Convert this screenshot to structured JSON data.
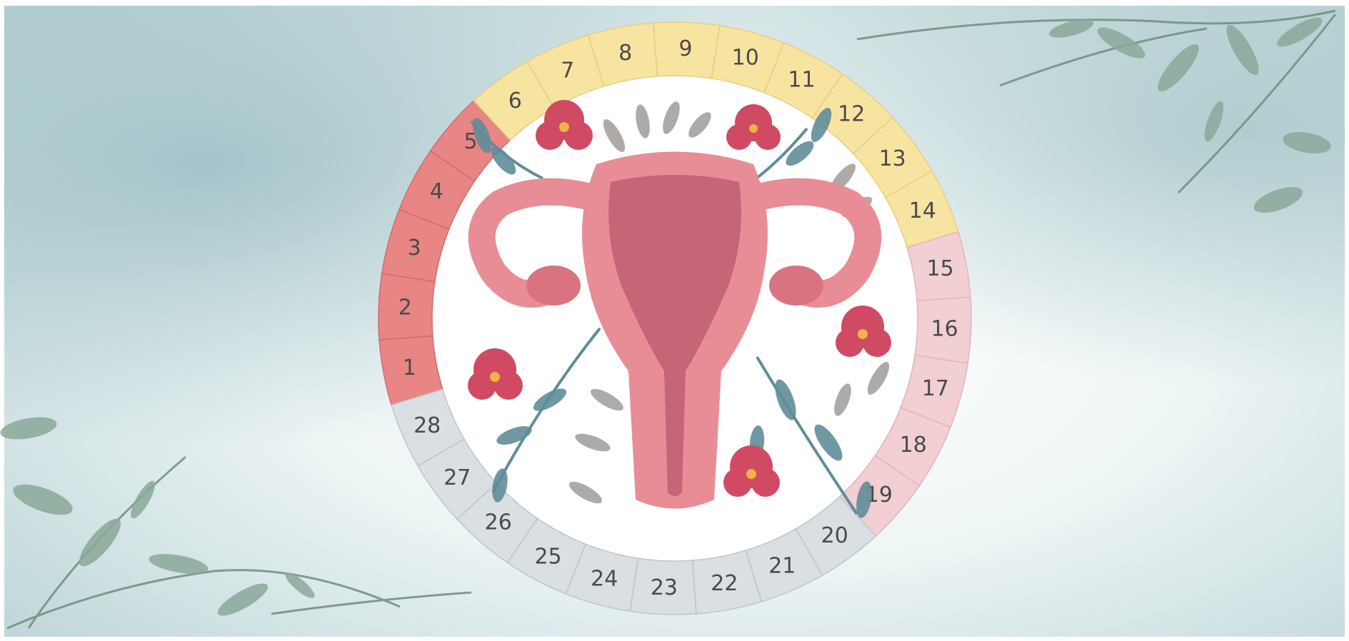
{
  "cycle": {
    "phases": [
      {
        "name": "",
        "days": [
          1,
          2,
          3,
          4,
          5
        ],
        "color": "#e88585",
        "stroke": "#cf6d6d"
      },
      {
        "name": "",
        "days": [
          6,
          7,
          8,
          9,
          10,
          11,
          12,
          13,
          14
        ],
        "color": "#f8e4a1",
        "stroke": "#e7cd84"
      },
      {
        "name": "",
        "days": [
          15,
          16,
          17,
          18,
          19
        ],
        "color": "#f1cfd3",
        "stroke": "#e3b4ba"
      },
      {
        "name": "",
        "days": [
          20,
          21,
          22,
          23,
          24,
          25,
          26,
          27,
          28
        ],
        "color": "#d9dfe3",
        "stroke": "#bcc6cc"
      }
    ],
    "day_labels": [
      "1",
      "2",
      "3",
      "4",
      "5",
      "6",
      "7",
      "8",
      "9",
      "10",
      "11",
      "12",
      "13",
      "14",
      "15",
      "16",
      "17",
      "18",
      "19",
      "20",
      "21",
      "22",
      "23",
      "24",
      "25",
      "26",
      "27",
      "28"
    ]
  },
  "colors": {
    "background": "#cfe2e3",
    "uterus": "#e88d96",
    "uterus_inner": "#c76477",
    "flower": "#d04a63",
    "flower_center": "#f0b347",
    "leaf_teal": "#5f8d99",
    "leaf_grey": "#a5a19f",
    "label": "#4a4a4a"
  },
  "icons": {
    "center": "uterus-illustration",
    "flowers": "flower-icon",
    "leaves": "leaf-branch-icon"
  }
}
